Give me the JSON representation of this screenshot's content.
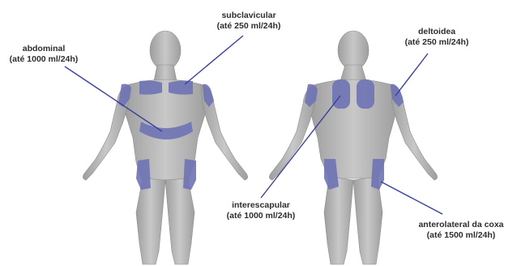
{
  "labels": {
    "abdominal": {
      "name": "abdominal",
      "rate": "(até 1000 ml/24h)"
    },
    "subclavicular": {
      "name": "subclavicular",
      "rate": "(até 250 ml/24h)"
    },
    "deltoidea": {
      "name": "deltoidea",
      "rate": "(até 250 ml/24h)"
    },
    "interescapular": {
      "name": "interescapular",
      "rate": "(até 1000 ml/24h)"
    },
    "anterolateral_coxa": {
      "name": "anterolateral da coxa",
      "rate": "(até 1500 ml/24h)"
    }
  },
  "colors": {
    "site": "#6f73b4",
    "leader": "#3a3f9c",
    "body": "#b7b7b7",
    "text": "#2d2d2d"
  }
}
